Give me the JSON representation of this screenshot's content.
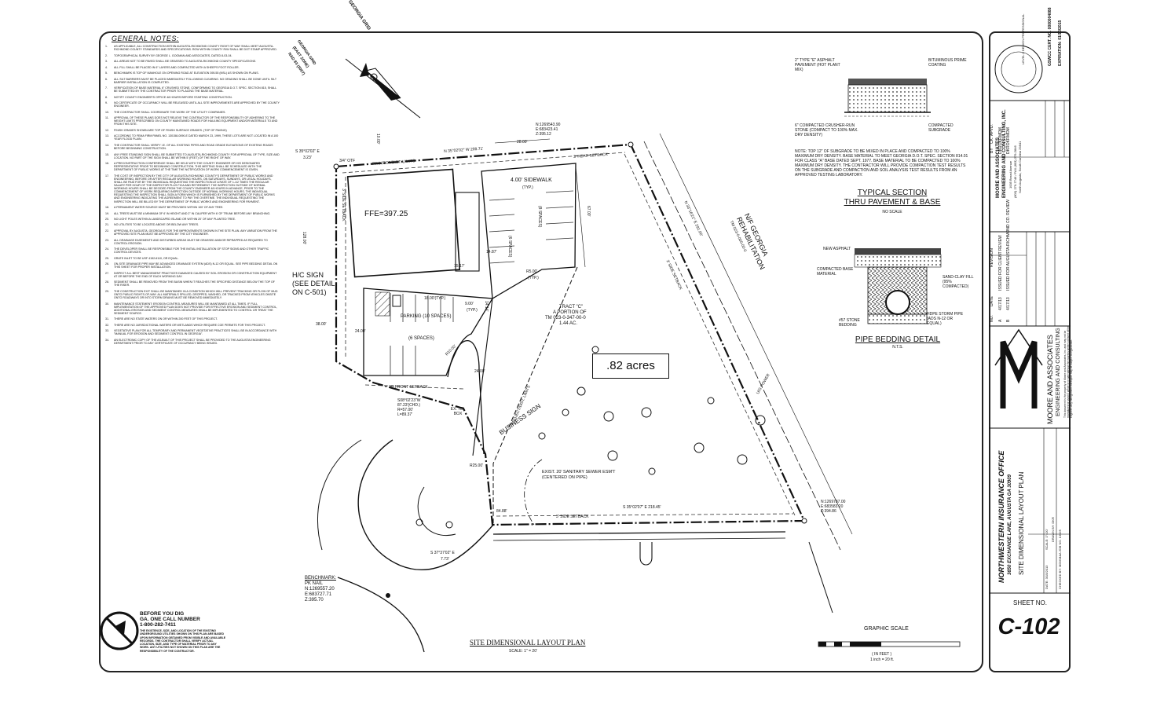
{
  "general_notes": {
    "title": "GENERAL NOTES:",
    "items": [
      "AS APPLICABLE, ALL CONSTRUCTION WITHIN AUGUSTA-RICHMOND COUNTY RIGHT OF WAY SHALL MEET AUGUSTA-RICHMOND COUNTY STANDARDS AND SPECIFICATIONS. ROW WITHIN COUNTY R/W SHALL BE DOT STAMP APPROVED.",
      "TOPOGRAPHICAL SURVEY BY GEORGE L. GOOMAN AND ASSOCIATES, DATED 8-03-04.",
      "ALL AREAS NOT TO BE PAVED SHALL BE GRASSED TO AUGUSTA-RICHMOND COUNTY SPECIFICATIONS.",
      "ALL FILL SHALL BE PLACED IN 6\" LAYERS AND COMPACTED WITH A SHEEPS FOOT ROLLER.",
      "BENCHMARK IS TOP OF MANHOLE ON OPENING ROAD AT ELEVATION 395.55 (MSL) AS SHOWN ON PLANS.",
      "ALL SILT BARRIERS MUST BE PLACED IMMEDIATELY FOLLOWING CLEARING. NO GRADING SHALL BE DONE UNTIL SILT BARRIER INSTALLATION IS COMPLETED.",
      "VERIFICATION OF BASE MATERIAL 6\" CRUSHED STONE, CONFORMING TO GEORGIA D.O.T. SPEC. SECTION 815, SHALL BE SUBMITTED BY THE CONTRACTOR PRIOR TO PLACING THE BASE MATERIAL.",
      "NOTIFY COUNTY ENGINEER'S OFFICE 48 HOURS BEFORE STARTING CONSTRUCTION.",
      "NO CERTIFICATE OF OCCUPANCY WILL BE RELEASED UNTIL ALL SITE IMPROVEMENTS ARE APPROVED BY THE COUNTY ENGINEER.",
      "THE CONTRACTOR SHALL COORDINATE THE WORK OF THE UTILITY COMPANIES.",
      "APPROVAL OF THESE PLANS DOES NOT RELIEVE THE CONTRACTOR OF THE RESPONSIBILITY OF ADHERING TO THE WEIGHT LIMITS PRESCRIBED ON COUNTY MAINTAINED ROADS FOR HAULING EQUIPMENT AND/OR MATERIALS TO AND FROM THIS SITE.",
      "FINISH GRADES SHOWN ARE TOP OF FINISH SURFACE GRADES. (TOP OF PAVING)",
      "ACCORDING TO FEMA FIRM PANEL NO. 130158-0090-E DATED MARCH 23, 1999, THESE LOTS ARE NOT LOCATED IN A 100 YEAR FLOOD PLAIN.",
      "THE CONTRACTOR SHALL VERIFY I.E. OF ALL EXISTING PIPES AND ROAD GRADE ELEVATIONS OF EXISTING ROADS BEFORE BEGINNING CONSTRUCTION.",
      "ANY FREE STANDING SIGN SHALL BE SUBMITTED TO AUGUSTA-RICHMOND COUNTY FOR APPROVAL OF TYPE, SIZE AND LOCATION. NO PART OF THE SIGN SHALL BE WITHIN 5' (FEET) OF THE RIGHT OF WAY.",
      "A PRECONSTRUCTION CONFERENCE SHALL BE HELD WITH THE COUNTY ENGINEER OR HIS DESIGNATED REPRESENTATIVE PRIOR TO BEGINNING CONSTRUCTION. THIS MEETING SHALL BE SCHEDULED WITH THE DEPARTMENT OF PUBLIC WORKS AT THE TIME THE NOTIFICATION OF WORK COMMENCEMENT IS GIVEN.",
      "THE COST OF INSPECTION BY THE CITY OF AUGUSTA-RICHMOND COUNTY'S DEPARTMENT OF PUBLIC WORKS AND ENGINEERING, BEFORE OR AFTER REGULAR WORKING HOURS, ON SATURDAYS, SUNDAYS, OR LEGAL HOLIDAYS, SHALL BE PAID FOR BY THE INDIVIDUAL REQUESTING THE INSPECTION AT A RATE OF 1-1/2 TIMES THE REGULAR SALARY PER HOUR OF THE INSPECTOR PLUS FICA AND RETIREMENT. THE INSPECTION OUTSIDE OF NORMAL WORKING HOURS SHALL BE DECIDED FROM THE COUNTY ENGINEER 48 HOURS IN ADVANCE, PRIOR TO THE COMMENCEMENT OF WORK REQUIRING INSPECTION OUTSIDE OF NORMAL WORKING HOURS, THE INDIVIDUAL REQUESTING THE INSPECTION SHALL SIGN A FORM WHICH IS FURNISHED BY THE DEPARTMENT OF PUBLIC WORKS AND ENGINEERING INDICATING THE AGREEMENT TO PAY THE OVERTIME. THE INDIVIDUAL REQUESTING THE INSPECTION WILL BE BILLED BY THE DEPARTMENT OF PUBLIC WORKS AND ENGINEERING FOR PAYMENT.",
      "A PERMANENT WATER SOURCE MUST BE PROVIDED WITHIN 100' OF ANY TREE.",
      "ALL TREES MUST BE A MINIMUM OF 6' IN HEIGHT AND 2\" IN CALIPER WITH 6' OF TRUNK BEFORE ANY BRANCHING.",
      "NO LIGHT POLES WITHIN A LANDSCAPED ISLAND OR WITHIN 20' OF ANY PLANTED TREE.",
      "NO UTILITIES TO BE LOCATED ABOVE OR BELOW ANY TREES.",
      "APPROVAL BY AUGUSTA, GEORGIA IS FOR THE IMPROVEMENTS SHOWN IN THE SITE PLAN. ANY VARIATION FROM THE APPROVED SITE PLAN MUST BE APPROVED BY THE CITY ENGINEER.",
      "ALL DRAINAGE EASEMENTS AND DISTURBED AREAS MUST BE GRASSED AND/OR RIPRAPPED AS REQUIRED TO CONTROL EROSION.",
      "THE DEVELOPER SHALL BE RESPONSIBLE FOR THE INITIAL INSTALLATION OF STOP SIGNS AND OTHER TRAFFIC CONTROL DEVICES.",
      "GRATE INLET TO BE USF 4152-6110, OR EQUAL.",
      "ON-SITE DRAINAGE PIPE MAY BE ADVANCED DRAINAGE SYSTEM (ADS) N-12 OR EQUAL. SEE PIPE BEDDING DETAIL ON THIS SHEET FOR PROPER INSTALLATION.",
      "INSPECT ALL BEST MANAGEMENT PRACTICES DAMAGED CAUSED BY SOIL EROSION OR CONSTRUCTION EQUIPMENT AT OR BEFORE THE END OF EACH WORKING DAY.",
      "SEDIMENT SHALL BE REMOVED FROM THE BASIN WHEN IT REACHES THE SPECIFIED DISTANCE BELOW THE TOP OF THE RISER.",
      "THE CONSTRUCTION EXIT SHALL BE MAINTAINED IN A CONDITION WHICH WILL PREVENT TRACKING OR FLOW OF MUD ONTO PUBLIC RIGHTS-OF-WAY. ALL MATERIALS SPILLED, DROPPED, WASHED, OR TRACKED FROM VEHICLES ONSITE ONTO ROADWAYS OR INTO STORM DRAINS MUST BE REMOVED IMMEDIATELY.",
      "MAINTENANCE STATEMENT: EROSION CONTROL MEASURES WILL BE MAINTAINED AT ALL TIMES. IF FULL IMPLEMENTATION OF THE APPROVED PLAN DOES NOT PROVIDE FOR EFFECTIVE EROSION AND SEDIMENT CONTROL, ADDITIONAL EROSION AND SEDIMENT CONTROL MEASURES SHALL BE IMPLEMENTED TO CONTROL OR TREAT THE SEDIMENT SOURCE.",
      "THERE ARE NO STATE WATERS ON OR WITHIN 200 FEET OF THIS PROJECT.",
      "THERE ARE NO JURISDICTIONAL WATERS OR WETLANDS WHICH REQUIRE COE PERMITS FOR THIS PROJECT.",
      "VEGETATIVE PLAN FOR ALL TEMPORARY AND PERMANENT VEGETATIVE PRACTICES SHALL BE IN ACCORDANCE WITH \"MANUAL FOR EROSION AND SEDIMENT CONTROL IN GEORGIA\".",
      "AN ELECTRONIC COPY OF THE AS-BUILT OF THIS PROJECT SHALL BE PROVIDED TO THE AUGUSTA ENGINEERING DEPARTMENT PRIOR TO ANY CERTIFICATE OF OCCUPANCY BEING ISSUED."
    ]
  },
  "north_arrow": {
    "line1": "GEORGIA GRID",
    "line2": "(EAST ZONE)",
    "line3": "NAD 83 (2007)"
  },
  "plan": {
    "ffe": "FFE=397.25",
    "acres": ".82 acres",
    "sidewalk": "4.00' SIDEWALK",
    "typ": "(TYP.)",
    "spaces_6a": "(6 SPACES)",
    "spaces_8": "(8 SPACES)",
    "spaces_6b": "(6 SPACES)",
    "parking": "PARKING (10 SPACES)",
    "project_limits_top": "PROJECT/DIST. LIMITS",
    "project_limits_diag": "PROJECT/DIST. LIMITS",
    "rear_setback": "3' REAR SETBACK",
    "side_setback_left": "3' SIDE SETBACK",
    "side_setback_right": "3' SIDE SETBACK",
    "side_setback_bottom": "3' SIDE SETBACK",
    "front_setback": "30' FRONT SETBACK",
    "tract": "TRACT \"C\"",
    "tract_portion": "A PORTION OF",
    "tract_tm": "TM 023-0-347-00-0",
    "tract_ac": "1.44 AC.",
    "nf": "N/F GEORGIA",
    "nf2": "REHABILITATION",
    "nf_tm": "TM 023-0-000-00-0",
    "hc_sign": "H/C SIGN",
    "hc_see": "(SEE DETAIL",
    "hc_on": "ON C-501)",
    "business_sign": "BUSINESS SIGN",
    "ex_tel": "EX. TEL BOX",
    "sewer": "EXIST. 20' SANITARY SEWER ESM'T",
    "sewer2": "(CENTERED ON PIPE)",
    "up_power": "U/G POWER",
    "bearing_top": "N 35°02'02\" W  208.71'",
    "bearing_right": "N 33°16'21\" E  291.00'",
    "bearing_bottom": "S 35°02'07\" E  218.45'",
    "bearing_small": "S 35°02'02\" E",
    "bearing_small_d": "3.23'",
    "bearing_sw": "S 37°37'02\" E",
    "bearing_sw_d": "7.73'",
    "curve1": "S08°02'23\"W",
    "curve2": "87.23'(CHD.)",
    "curve3": "R=57.00'",
    "curve4": "L=89.37'",
    "left_dim": "3/4\" OTF",
    "d_28": "28.00'",
    "d_10": "10.00'",
    "d_67": "67.00'",
    "d_1487": "14.87'",
    "d_1517": "15.17'",
    "d_r500": "R5.00'",
    "d_r500typ": "(TYP.)",
    "d_18": "18.00'(TYP.)",
    "d_9": "9.00'",
    "d_9typ": "(TYP.)",
    "d_38": "38.00'",
    "d_24a": "24.00'",
    "d_24b": "24.00'",
    "d_r10": "R10.00'",
    "d_r25": "R25.00'",
    "d_1414": "14.14'",
    "d_d84": "84.88'",
    "d_left_vert": "128.00'",
    "pt_top_n": "N:1269543.90",
    "pt_top_e": "E:683423.41",
    "pt_top_z": "Z:395.12",
    "pt_br_n": "N:1269787.00",
    "pt_br_e": "E:683583.20",
    "pt_br_z": "Z:394.86",
    "benchmark": "BENCHMARK:",
    "bm_pk": "PK NAIL",
    "bm_n": "N:1269557.20",
    "bm_e": "E:683727.71",
    "bm_z": "Z:395.70",
    "plan_title": "SITE DIMENSIONAL LAYOUT PLAN",
    "plan_scale": "SCALE: 1\" = 20'",
    "graphic_scale": "GRAPHIC SCALE",
    "gs_feet": "( IN FEET )",
    "gs_inch": "1 inch = 20 ft."
  },
  "dig": {
    "line1": "BEFORE YOU DIG",
    "line2": "GA. ONE CALL NUMBER",
    "line3": "1-800-282-7411",
    "body": "THE EXISTENCE, SIZE, AND LOCATION OF THE EXISTING UNDERGROUND UTILITIES SHOWN ON THIS PLAN ARE BASED UPON INFORMATION OBTAINED FROM VISIBLE AND AVAILABLE RECORDS. THE CONTRACTOR SHALL VERIFY ACTUAL LOCATION, SIZE, AND TYPE OF MATERIAL PRIOR TO ANY WORK. ANY UTILITIES NOT SHOWN ON THIS PLAN ARE THE RESPONSIBILITY OF THE CONTRACTOR."
  },
  "section": {
    "asphalt": "2\" TYPE \"E\" ASPHALT PAVEMENT (HOT PLANT MIX)",
    "bituminous": "BITUMINOUS PRIME COATING",
    "crusher": "6\" COMPACTED CRUSHER-RUN STONE (COMPACT TO 100% MAX. DRY DENSITY)",
    "subgrade": "COMPACTED SUBGRADE",
    "note": "NOTE: TOP 12\" OF SUBGRADE TO BE MIXED IN PLACE AND COMPACTED TO 100% MAXIMUM DRY DENSITY. BASE MATERIAL TO MEET GEORGIA D.O.T. SPEC. SECTION 814.01 FOR CLASS \"A\" BASE DATED SEPT. 1977. BASE MATERIAL TO BE COMPACTED TO 100% MAXIMUM DRY DENSITY. THE CONTRACTOR WILL PROVIDE COMPACTION TEST RESULTS ON THE SUBGRADE AND COMPACTION AND SOIL ANALYSIS TEST RESULTS FROM AN APPROVED TESTING LABORATORY.",
    "title1": "TYPICAL SECTION",
    "title2": "THRU PAVEMENT & BASE",
    "scale": "NO SCALE"
  },
  "bedding": {
    "new_asphalt": "NEW ASPHALT",
    "base": "COMPACTED BASE MATERIAL",
    "sand": "SAND-CLAY FILL (95% COMPACTED)",
    "stone": "#57 STONE BEDDING",
    "pipe": "HDPE STORM PIPE (ADS N-12 OR EQUAL)",
    "title": "PIPE BEDDING DETAIL",
    "scale": "N.T.S."
  },
  "title_block": {
    "stamp_line": "LEVEL II DESIGN PROFESSIONAL",
    "cert": "GSWCC CERT. NO. 0000004088",
    "exp": "EXPIRATION: 01/10/2015",
    "firm": "MOORE AND ASSOCIATES",
    "firm2": "ENGINEERING AND CONSULTING, INC.",
    "firm_addr": "1005 Broad Avenue",
    "firm_phone": "(803) 279-7746 / FAX (803) 279-2846",
    "firm_city": "North Augusta, South Carolina 29841",
    "rev_headers": [
      "NO.",
      "DATE",
      "REVISION",
      "BY",
      "CK.",
      "APVD."
    ],
    "revisions": [
      [
        "A",
        "4/17/13",
        "ISSUED FOR CLIENT REVIEW",
        "DKR",
        "DKR",
        "MDM"
      ],
      [
        "B",
        "4/17/13",
        "ISSUED FOR AUGUSTA-RICHMOND CO. REVIEW",
        "DKR",
        "DKR",
        "MDM"
      ]
    ],
    "logo_letter": "M",
    "logo_name": "MOORE AND ASSOCIATES",
    "logo_sub": "ENGINEERING AND CONSULTING",
    "logo_disclaimer": "This document is the property of Moore and Associates, Inc. and may not be reproduced or used in whole or in part without the express written consent of the engineer. Any infringement thereupon may be subject to legal action.",
    "project": "NORTHWESTERN INSURANCE OFFICE",
    "project_addr": "3650 EXCHANGE LANE, AUGUSTA GA 30909",
    "sheet_title": "SITE DIMENSIONAL LAYOUT PLAN",
    "scale": "SCALE: 1\"=20'",
    "mand_job": "M&A JOB NO. 13025",
    "date": "DATE: 3/15/2013",
    "drawn": "DRAWN BY: DKR",
    "checked": "CHECKED BY: MDM",
    "sheet_no_label": "SHEET NO.",
    "sheet_no": "C-102"
  }
}
